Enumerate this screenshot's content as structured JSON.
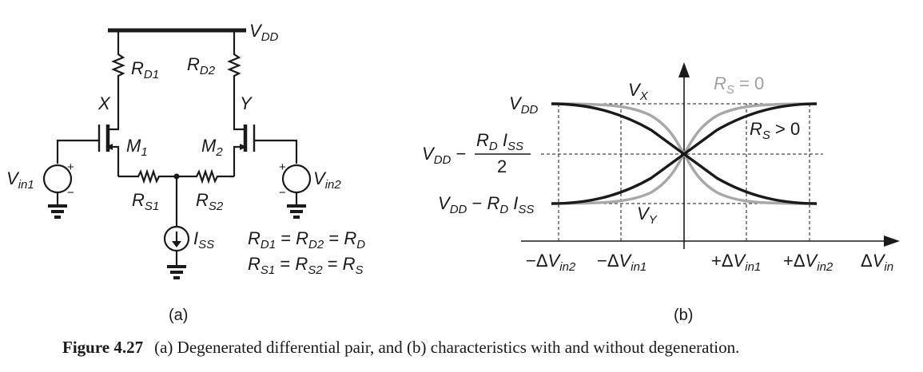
{
  "circuit": {
    "supply_label": "V",
    "supply_sub": "DD",
    "rd1": {
      "main": "R",
      "sub": "D1"
    },
    "rd2": {
      "main": "R",
      "sub": "D2"
    },
    "node_x": "X",
    "node_y": "Y",
    "m1": {
      "main": "M",
      "sub": "1"
    },
    "m2": {
      "main": "M",
      "sub": "2"
    },
    "rs1": {
      "main": "R",
      "sub": "S1"
    },
    "rs2": {
      "main": "R",
      "sub": "S2"
    },
    "vin1": {
      "main": "V",
      "sub": "in1"
    },
    "vin2": {
      "main": "V",
      "sub": "in2"
    },
    "iss": {
      "main": "I",
      "sub": "SS"
    },
    "plus": "+",
    "minus": "−",
    "eq1": {
      "a": "R",
      "a_sub": "D1",
      "op1": " = ",
      "b": "R",
      "b_sub": "D2",
      "op2": " = ",
      "c": "R",
      "c_sub": "D"
    },
    "eq2": {
      "a": "R",
      "a_sub": "S1",
      "op1": " = ",
      "b": "R",
      "b_sub": "S2",
      "op2": " = ",
      "c": "R",
      "c_sub": "S"
    },
    "panel_label": "(a)"
  },
  "graph": {
    "vdd": {
      "main": "V",
      "sub": "DD"
    },
    "vmid_prefix": {
      "main": "V",
      "sub": "DD",
      "op": " −"
    },
    "vmid_num": {
      "a": "R",
      "a_sub": "D",
      "b": " I",
      "b_sub": "SS"
    },
    "vmid_den": "2",
    "vlow": {
      "main": "V",
      "sub": "DD",
      "op": " − ",
      "r": "R",
      "r_sub": "D",
      "i": " I",
      "i_sub": "SS"
    },
    "vx": {
      "main": "V",
      "sub": "X"
    },
    "vy": {
      "main": "V",
      "sub": "Y"
    },
    "rs0": {
      "main": "R",
      "sub": "S",
      "rest": " = 0"
    },
    "rsgt0": {
      "main": "R",
      "sub": "S",
      "rest": " > 0"
    },
    "ticks": [
      {
        "pre": "−Δ",
        "main": "V",
        "sub": "in2"
      },
      {
        "pre": "−Δ",
        "main": "V",
        "sub": "in1"
      },
      {
        "pre": "+Δ",
        "main": "V",
        "sub": "in1"
      },
      {
        "pre": "+Δ",
        "main": "V",
        "sub": "in2"
      }
    ],
    "xaxis": {
      "pre": "Δ",
      "main": "V",
      "sub": "in"
    },
    "panel_label": "(b)",
    "colors": {
      "degenerated": "#1a1a1a",
      "no_degeneration": "#a8a8a8"
    }
  },
  "caption": {
    "number": "Figure 4.27",
    "text": "(a) Degenerated differential pair, and (b) characteristics with and without degeneration."
  }
}
